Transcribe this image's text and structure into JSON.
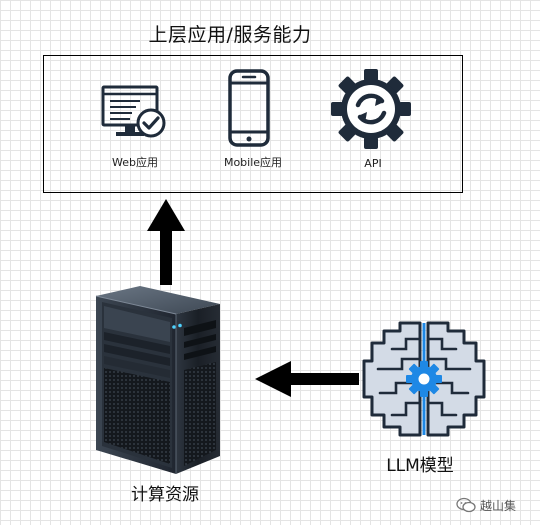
{
  "header": {
    "title": "上层应用/服务能力"
  },
  "services": {
    "web_label": "Web应用",
    "mobile_label": "Mobile应用",
    "api_label": "API"
  },
  "compute": {
    "label": "计算资源"
  },
  "model": {
    "label": "LLM模型"
  },
  "watermark": {
    "text": "越山集"
  },
  "colors": {
    "icon_dark": "#1f2b3a",
    "accent_blue": "#1e88e5",
    "brain_fill": "#d3dbe6",
    "arrow": "#000000"
  },
  "icons": [
    "web-app-icon",
    "mobile-phone-icon",
    "api-gear-icon",
    "server-tower-icon",
    "ai-brain-icon",
    "wechat-icon"
  ]
}
